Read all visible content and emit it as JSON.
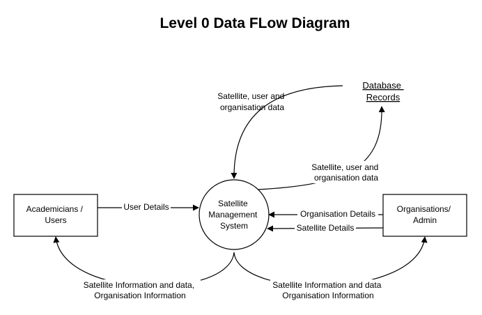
{
  "title": "Level 0 Data FLow Diagram",
  "nodes": {
    "academicians": [
      "Academicians /",
      "Users"
    ],
    "system": [
      "Satellite",
      "Management",
      "System"
    ],
    "organisations": [
      "Organisations/",
      "Admin"
    ],
    "database": [
      "Database",
      "Records"
    ]
  },
  "flows": {
    "db_to_system": [
      "Satellite, user and",
      "organisation data"
    ],
    "system_to_db": [
      "Satellite, user and",
      "organisation data"
    ],
    "user_details": "User Details",
    "organisation_details": "Organisation Details",
    "satellite_details": "Satellite Details",
    "system_to_academicians": [
      "Satellite Information and data,",
      "Organisation Information"
    ],
    "system_to_organisations": [
      "Satellite Information and data",
      "Organisation Information"
    ]
  }
}
